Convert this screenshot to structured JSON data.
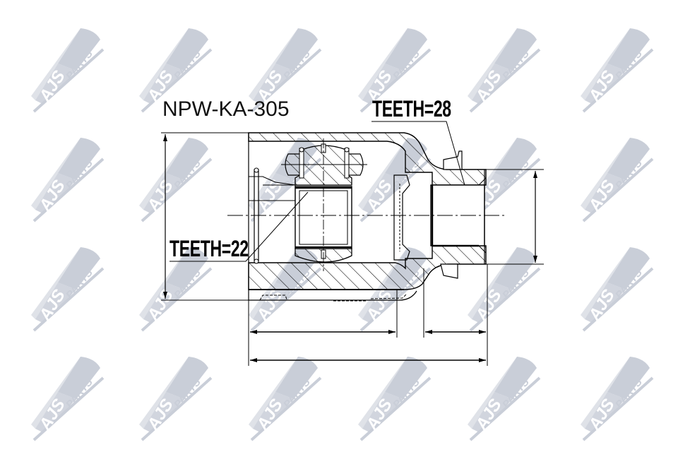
{
  "drawing": {
    "part_number": "NPW-KA-305",
    "labels": {
      "teeth_outer": "TEETH=28",
      "teeth_inner": "TEETH=22"
    }
  },
  "watermark": {
    "text_main": "AJS",
    "text_sub": "PARTS",
    "color": "#c9ced8",
    "columns_x": [
      22,
      175,
      330,
      485,
      640,
      800
    ],
    "rows_y": [
      30,
      185,
      340,
      495
    ]
  },
  "colors": {
    "line": "#000000",
    "background": "#ffffff",
    "watermark": "#c9ced8"
  }
}
